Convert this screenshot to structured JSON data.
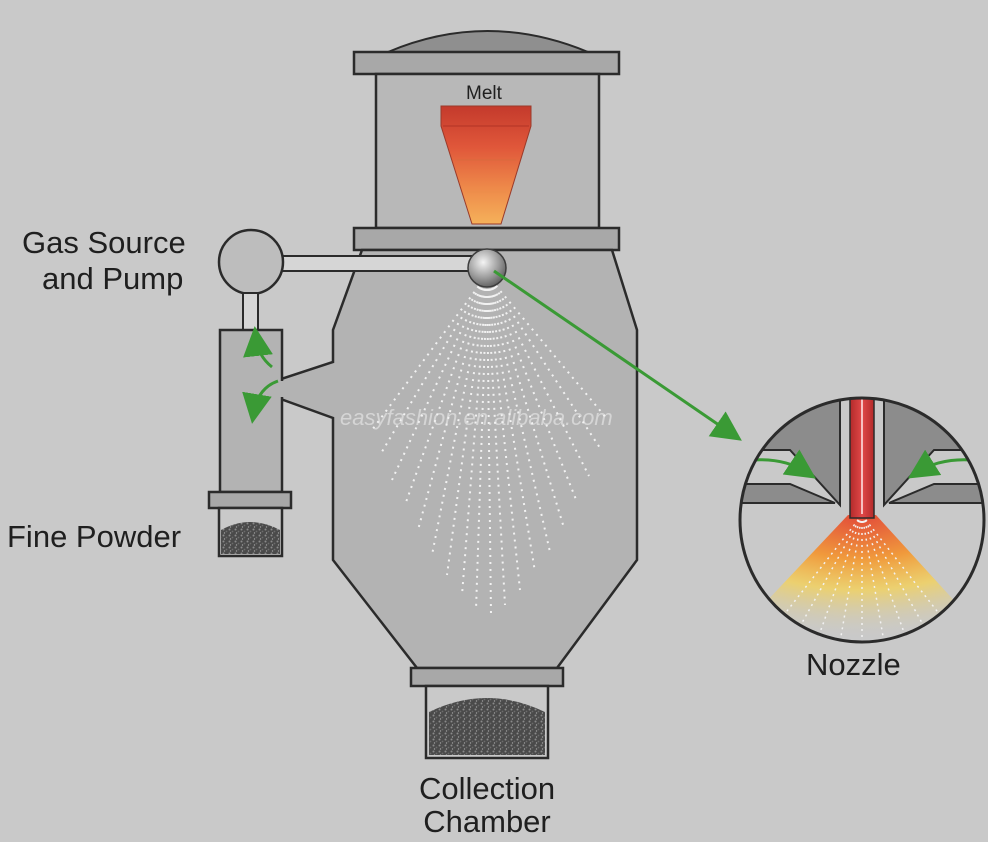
{
  "labels": {
    "melt": "Melt",
    "gas_source_line1": "Gas Source",
    "gas_source_line2": "and Pump",
    "fine_powder": "Fine Powder",
    "collection_line1": "Collection",
    "collection_line2": "Chamber",
    "nozzle": "Nozzle"
  },
  "watermark": "easyfashion.en.alibaba.com",
  "colors": {
    "background": "#c9c9c9",
    "vessel_fill": "#b3b3b3",
    "outline": "#2b2b2b",
    "arrow": "#3a9a35",
    "melt_top": "#c0392b",
    "melt_bottom": "#f2a544",
    "powder": "#555555"
  }
}
